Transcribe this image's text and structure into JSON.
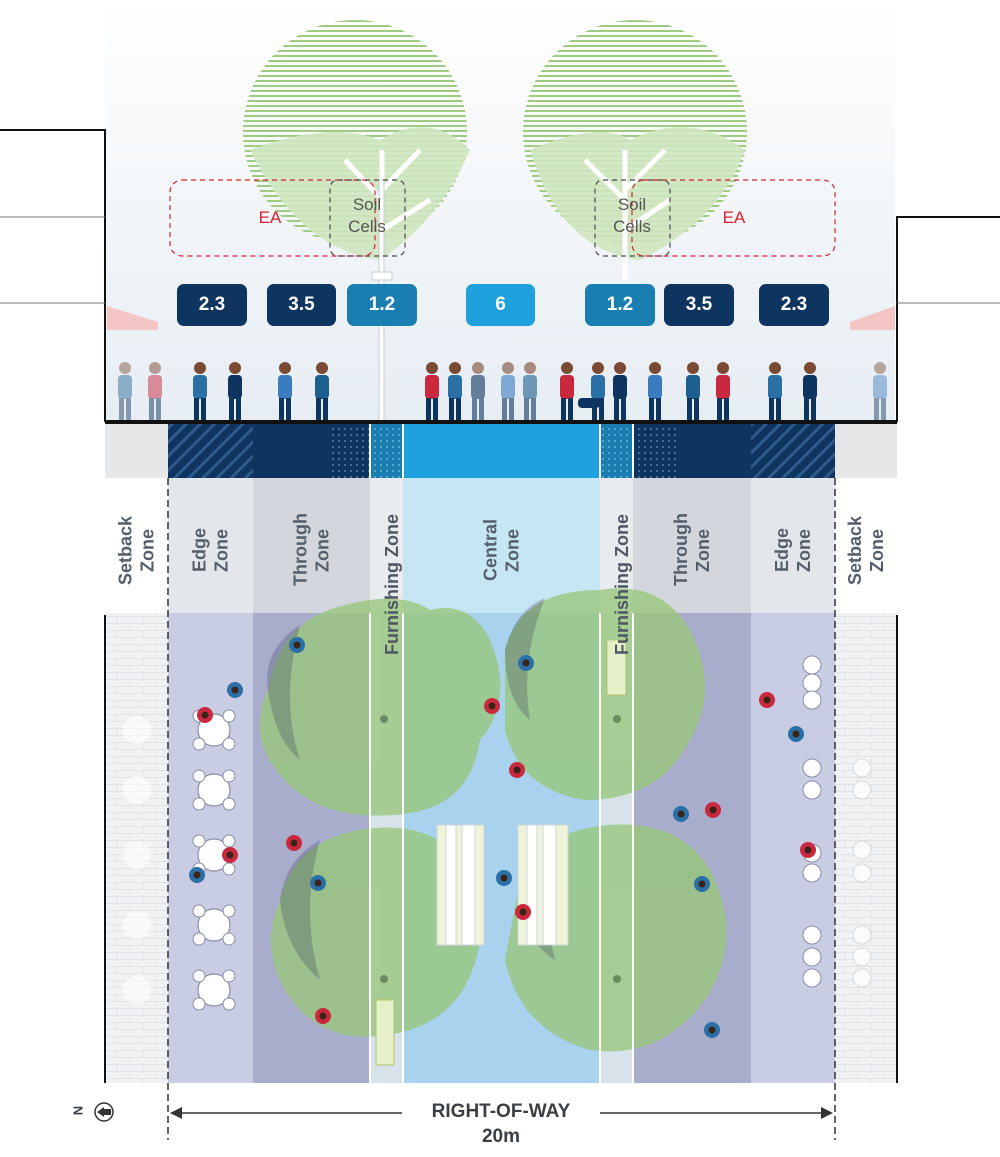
{
  "colors": {
    "dark_navy": "#0e3460",
    "mid_blue": "#1a7fb0",
    "light_blue": "#1fa1dd",
    "tree_green": "#a9d08e",
    "ea_red": "#d9232e"
  },
  "section": {
    "annotations": {
      "ea_left": "EA",
      "soil_left": "Soil\nCells",
      "soil_right": "Soil\nCells",
      "ea_right": "EA"
    },
    "widths_m": [
      {
        "label": "2.3",
        "value": 2.3,
        "color": "dark"
      },
      {
        "label": "3.5",
        "value": 3.5,
        "color": "dark"
      },
      {
        "label": "1.2",
        "value": 1.2,
        "color": "mid"
      },
      {
        "label": "6",
        "value": 6,
        "color": "light"
      },
      {
        "label": "1.2",
        "value": 1.2,
        "color": "mid"
      },
      {
        "label": "3.5",
        "value": 3.5,
        "color": "dark"
      },
      {
        "label": "2.3",
        "value": 2.3,
        "color": "dark"
      }
    ]
  },
  "zones": [
    {
      "label": "Setback\nZone"
    },
    {
      "label": "Edge\nZone"
    },
    {
      "label": "Through\nZone"
    },
    {
      "label": "Furnishing Zone"
    },
    {
      "label": "Central\nZone"
    },
    {
      "label": "Furnishing Zone"
    },
    {
      "label": "Through\nZone"
    },
    {
      "label": "Edge\nZone"
    },
    {
      "label": "Setback\nZone"
    }
  ],
  "north": {
    "label": "N"
  },
  "right_of_way": {
    "label": "RIGHT-OF-WAY",
    "width": "20m"
  }
}
